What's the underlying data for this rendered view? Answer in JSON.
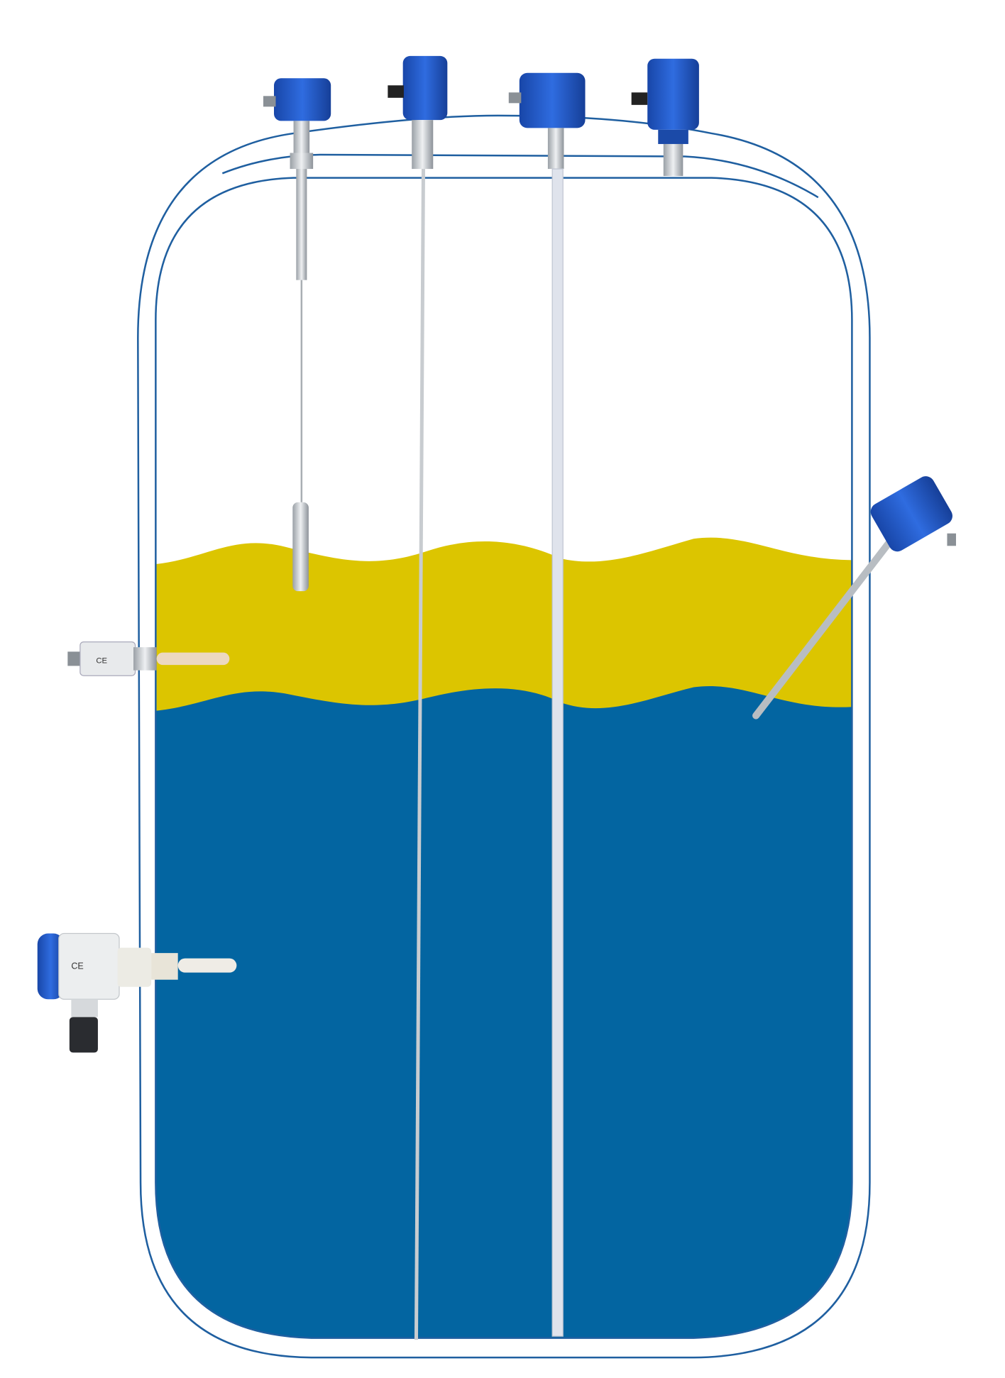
{
  "diagram": {
    "subject": "tank-level-sensors",
    "colors": {
      "tank_outline": "#1f5fa0",
      "upper_layer": "#dcc500",
      "lower_liquid": "#0365a1",
      "sensor_housing": "#1f5fc8",
      "probe_metal": "#c8ccd0",
      "background": "#ffffff"
    },
    "sensor_markings": {
      "ce_mark": "CE"
    },
    "sensors": [
      {
        "id": "float-rope-sensor",
        "mount": "top"
      },
      {
        "id": "rod-probe-thin",
        "mount": "top"
      },
      {
        "id": "coated-rod-probe",
        "mount": "top"
      },
      {
        "id": "radar-sensor",
        "mount": "top"
      },
      {
        "id": "angled-rod-sensor",
        "mount": "side-right"
      },
      {
        "id": "compact-side-sensor",
        "mount": "side-left-upper"
      },
      {
        "id": "capacitive-side-sensor",
        "mount": "side-left-lower"
      }
    ]
  }
}
